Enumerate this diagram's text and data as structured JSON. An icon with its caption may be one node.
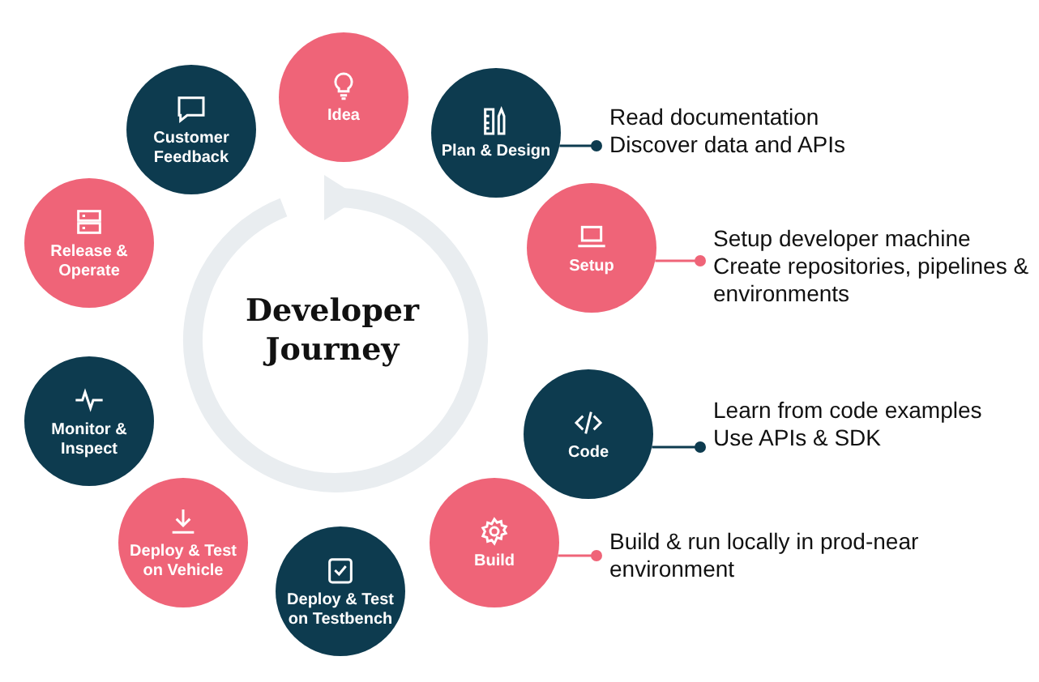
{
  "diagram": {
    "nodes": [
      {
        "text": [
          "Idea"
        ]
      },
      {
        "text": [
          "Plan & Design"
        ]
      },
      {
        "text": [
          "Setup"
        ]
      },
      {
        "text": [
          "Code"
        ]
      },
      {
        "text": [
          "Build"
        ]
      },
      {
        "text": [
          "Deploy & Test on Testbench"
        ]
      },
      {
        "text": [
          "Deploy & Test on Vehicle"
        ]
      },
      {
        "text": [
          "Monitor & Inspect"
        ]
      },
      {
        "text": [
          "Release & Operate"
        ]
      },
      {
        "text": [
          "Customer Feedback"
        ]
      },
      {
        "text": [
          "Developer Journey"
        ]
      },
      {
        "text": [
          "Read documentation",
          "Discover data and APIs"
        ]
      },
      {
        "text": [
          "Setup developer machine",
          "Create repositories, pipelines & environments"
        ]
      },
      {
        "text": [
          "Learn from code examples",
          "Use APIs & SDK"
        ]
      },
      {
        "text": [
          "Build & run locally in prod-near environment"
        ]
      }
    ],
    "edges": [
      {
        "from": 1,
        "to": 11,
        "arrow": "other",
        "color": "#0d3b4f"
      },
      {
        "from": 2,
        "to": 12,
        "arrow": "other",
        "color": "#ef6478"
      },
      {
        "from": 3,
        "to": 13,
        "arrow": "other",
        "color": "#0d3b4f"
      },
      {
        "from": 4,
        "to": 14,
        "arrow": "other",
        "color": "#ef6478"
      }
    ]
  }
}
